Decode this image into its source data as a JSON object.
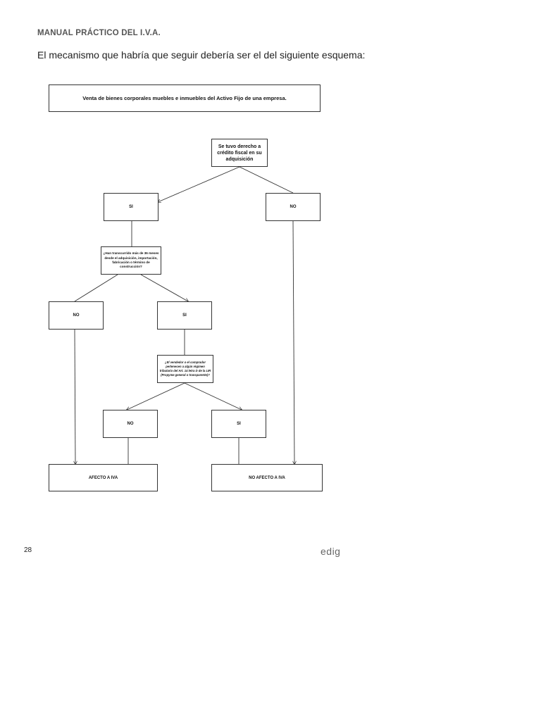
{
  "header": {
    "title": "MANUAL PRÁCTICO DEL I.V.A.",
    "intro": "El mecanismo que habría que seguir debería ser el del siguiente esquema:"
  },
  "flowchart": {
    "title": "Venta de bienes corporales muebles e inmuebles del Activo Fijo de una empresa.",
    "q1": "Se tuvo derecho a crédito fiscal en su adquisición",
    "q1_yes": "SI",
    "q1_no": "NO",
    "q2": "¿Han transcurrido más de 36 meses desde el adquisición, importación, fabricación o término de construcción?",
    "q2_no": "NO",
    "q2_yes": "SI",
    "q3": "¿El vendedor o el comprador pertenecen a algún régimen tributario del Art. 14 letra D de la LIR (Propyme general o transparente)?",
    "q3_no": "NO",
    "q3_yes": "SI",
    "result_affected": "AFECTO A IVA",
    "result_not_affected": "NO AFECTO A IVA"
  },
  "footer": {
    "page_number": "28",
    "logo": "edig"
  }
}
